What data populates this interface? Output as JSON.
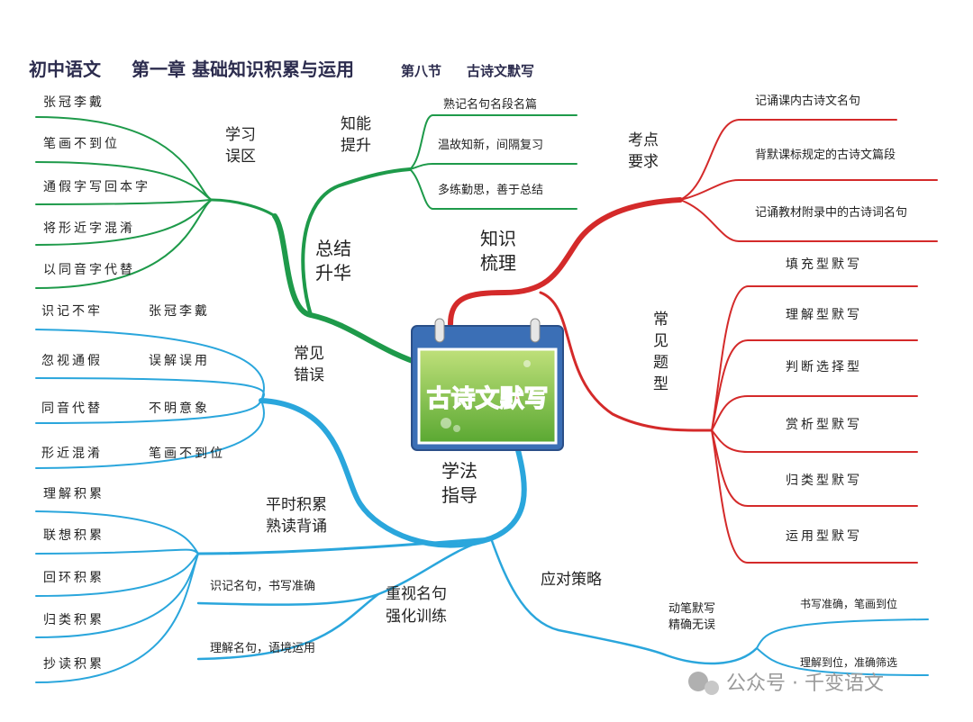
{
  "header": {
    "part1": "初中语文",
    "part2": "第一章 基础知识积累与运用",
    "part3": "第八节",
    "part4": "古诗文默写"
  },
  "center": {
    "title": "古诗文默写"
  },
  "colors": {
    "green": "#1e9a4a",
    "red": "#d42a2a",
    "blue": "#2aa6dc",
    "calendar": "#3b6fb6",
    "title_red": "#e0262b"
  },
  "green_branch": {
    "label": "总结升华",
    "label_lines": [
      "总结",
      "升华"
    ],
    "sub1": {
      "label_lines": [
        "学习",
        "误区"
      ],
      "items": [
        "张冠李戴",
        "笔画不到位",
        "通假字写回本字",
        "将形近字混淆",
        "以同音字代替"
      ]
    },
    "sub2": {
      "label_lines": [
        "知能",
        "提升"
      ],
      "items": [
        "熟记名句名段名篇",
        "温故知新，间隔复习",
        "多练勤思，善于总结"
      ]
    }
  },
  "red_branch": {
    "label": "知识梳理",
    "label_lines": [
      "知识",
      "梳理"
    ],
    "sub1": {
      "label_lines": [
        "考点",
        "要求"
      ],
      "items": [
        "记诵课内古诗文名句",
        "背默课标规定的古诗文篇段",
        "记诵教材附录中的古诗词名句"
      ]
    },
    "sub2": {
      "label_lines": [
        "常",
        "见",
        "题",
        "型"
      ],
      "items": [
        "填充型默写",
        "理解型默写",
        "判断选择型",
        "赏析型默写",
        "归类型默写",
        "运用型默写"
      ]
    }
  },
  "blue_branch": {
    "label": "学法指导",
    "label_lines": [
      "学法",
      "指导"
    ],
    "errors": {
      "label_lines": [
        "常见",
        "错误"
      ],
      "items": [
        {
          "a": "识记不牢",
          "b": "张冠李戴"
        },
        {
          "a": "忽视通假",
          "b": "误解误用"
        },
        {
          "a": "同音代替",
          "b": "不明意象"
        },
        {
          "a": "形近混淆",
          "b": "笔画不到位"
        }
      ]
    },
    "accumulate": {
      "label_lines": [
        "平时积累",
        "熟读背诵"
      ],
      "items": [
        "理解积累",
        "联想积累",
        "回环积累",
        "归类积累",
        "抄读积累"
      ]
    },
    "training": {
      "label_lines": [
        "重视名句",
        "强化训练"
      ],
      "items": [
        "识记名句，书写准确",
        "理解名句，语境运用"
      ]
    },
    "strategy": {
      "label": "应对策略",
      "sub_lines": [
        "动笔默写",
        "精确无误"
      ],
      "items": [
        "书写准确，笔画到位",
        "理解到位，准确筛选"
      ]
    }
  },
  "watermark": "公众号 · 千变语文"
}
